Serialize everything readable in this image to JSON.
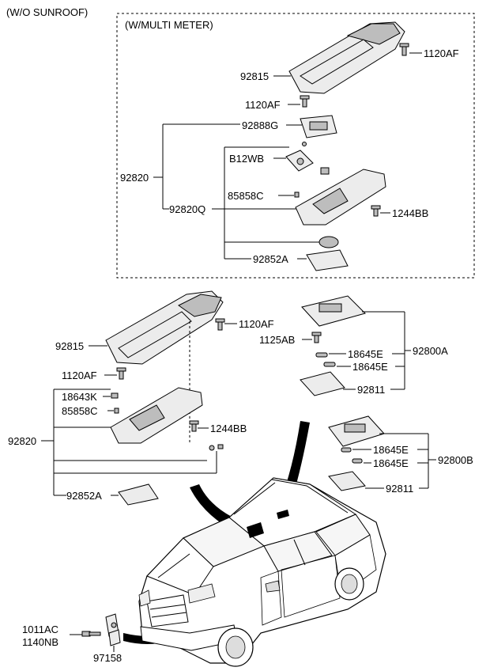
{
  "headings": {
    "main": "(W/O SUNROOF)",
    "multi_meter": "(W/MULTI METER)"
  },
  "multi_meter_group": {
    "labels": {
      "bolt_top": "1120AF",
      "console_cover": "92815",
      "bolt_mid": "1120AF",
      "meter_unit": "92888G",
      "lamp_assy": "92820",
      "bulb": "B12WB",
      "switch": "85858C",
      "lamp_housing": "92820Q",
      "screw": "1244BB",
      "pad": "92852A"
    }
  },
  "standard_group": {
    "labels": {
      "bolt_top": "1120AF",
      "console_cover": "92815",
      "bolt_mid": "1120AF",
      "bulb_a": "18643K",
      "switch": "85858C",
      "screw": "1244BB",
      "lamp_assy": "92820",
      "pad": "92852A"
    }
  },
  "room_lamp_a": {
    "labels": {
      "screw": "1125AB",
      "bulb_1": "18645E",
      "bulb_2": "18645E",
      "assy": "92800A",
      "lens": "92811"
    }
  },
  "room_lamp_b": {
    "labels": {
      "bulb_1": "18645E",
      "bulb_2": "18645E",
      "assy": "92800B",
      "lens": "92811"
    }
  },
  "sensor_group": {
    "labels": {
      "bolt": "1011AC",
      "nut": "1140NB",
      "sensor": "97158"
    }
  }
}
